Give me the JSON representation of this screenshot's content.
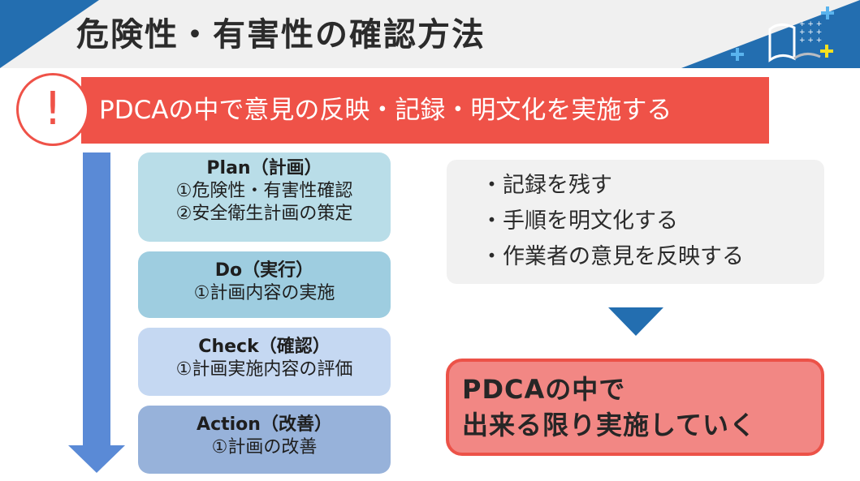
{
  "header": {
    "title": "危険性・有害性の確認方法",
    "logo_icon": "open-book-stars-icon",
    "accent_color": "#236eb0"
  },
  "banner": {
    "icon": "exclamation-icon",
    "mark": "!",
    "text": "PDCAの中で意見の反映・記録・明文化を実施する",
    "color": "#ef5248"
  },
  "pdca": {
    "steps": [
      {
        "title": "Plan（計画）",
        "lines": [
          "①危険性・有害性確認",
          "②安全衛生計画の策定"
        ]
      },
      {
        "title": "Do（実行）",
        "lines": [
          "①計画内容の実施"
        ]
      },
      {
        "title": "Check（確認）",
        "lines": [
          "①計画実施内容の評価"
        ]
      },
      {
        "title": "Action（改善）",
        "lines": [
          "①計画の改善"
        ]
      }
    ]
  },
  "notes": {
    "items": [
      "・記録を残す",
      "・手順を明文化する",
      "・作業者の意見を反映する"
    ]
  },
  "result": {
    "lines": [
      "PDCAの中で",
      "出来る限り実施していく"
    ]
  }
}
